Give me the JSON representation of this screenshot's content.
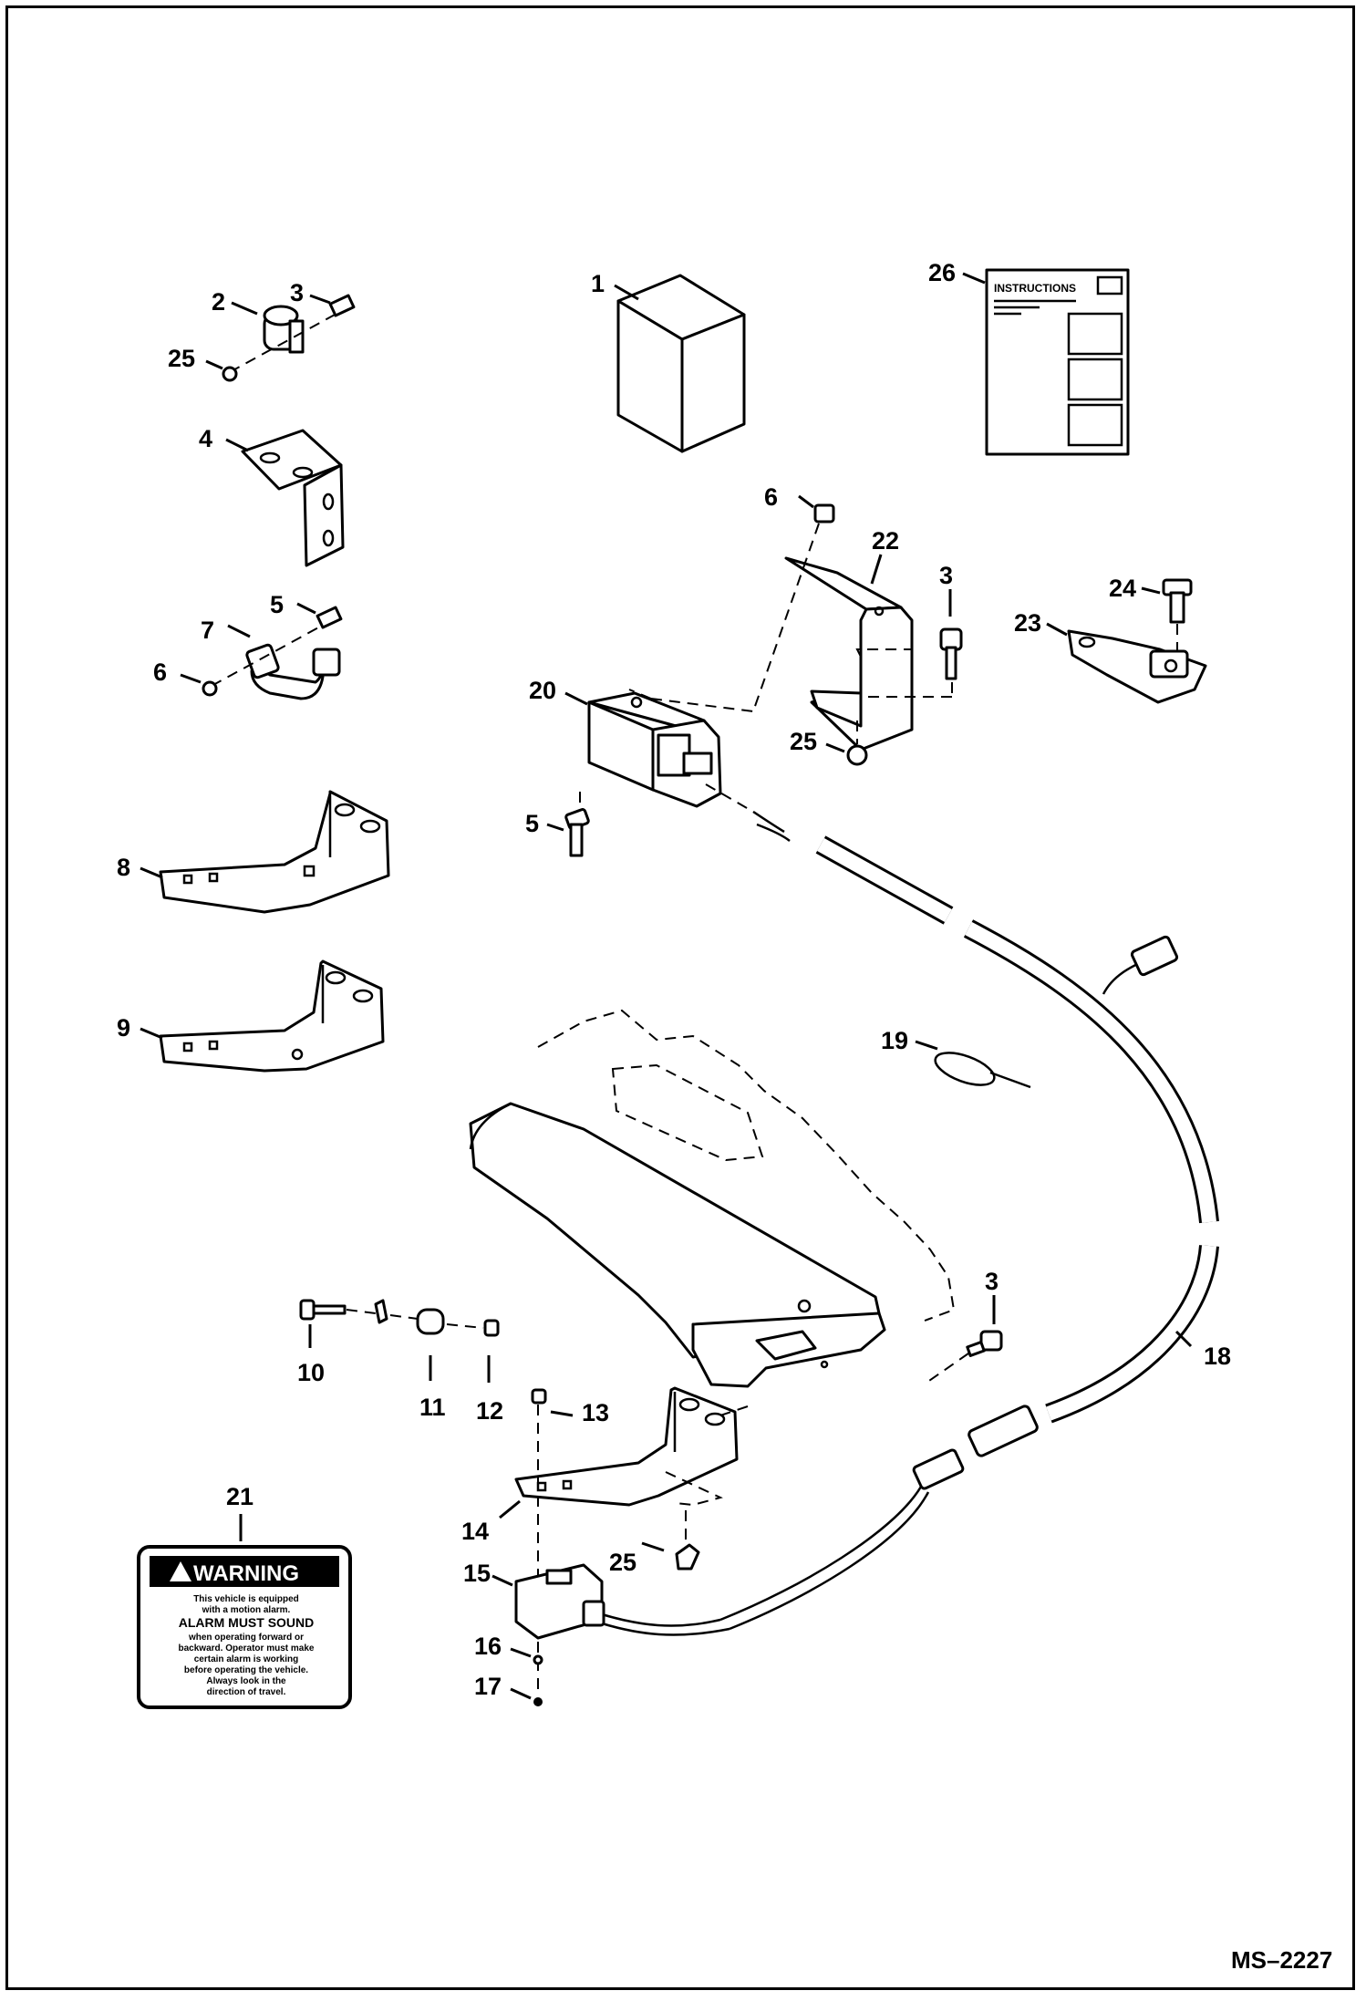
{
  "drawing_ref": "MS–2227",
  "callouts": {
    "c1": "1",
    "c2": "2",
    "c3a": "3",
    "c3b": "3",
    "c3c": "3",
    "c4": "4",
    "c5a": "5",
    "c5b": "5",
    "c6a": "6",
    "c6b": "6",
    "c7": "7",
    "c8": "8",
    "c9": "9",
    "c10": "10",
    "c11": "11",
    "c12": "12",
    "c13": "13",
    "c14": "14",
    "c15": "15",
    "c16": "16",
    "c17": "17",
    "c18": "18",
    "c19": "19",
    "c20": "20",
    "c21": "21",
    "c22": "22",
    "c23": "23",
    "c24": "24",
    "c25a": "25",
    "c25b": "25",
    "c25c": "25",
    "c26": "26"
  },
  "instructions_sheet": {
    "title": "INSTRUCTIONS"
  },
  "warning_decal": {
    "heading": "WARNING",
    "lines": [
      "This vehicle is equipped",
      "with a motion alarm.",
      "ALARM MUST SOUND",
      "when operating forward or",
      "backward. Operator must make",
      "certain alarm is working",
      "before operating the vehicle.",
      "Always look in the",
      "direction of travel."
    ]
  }
}
